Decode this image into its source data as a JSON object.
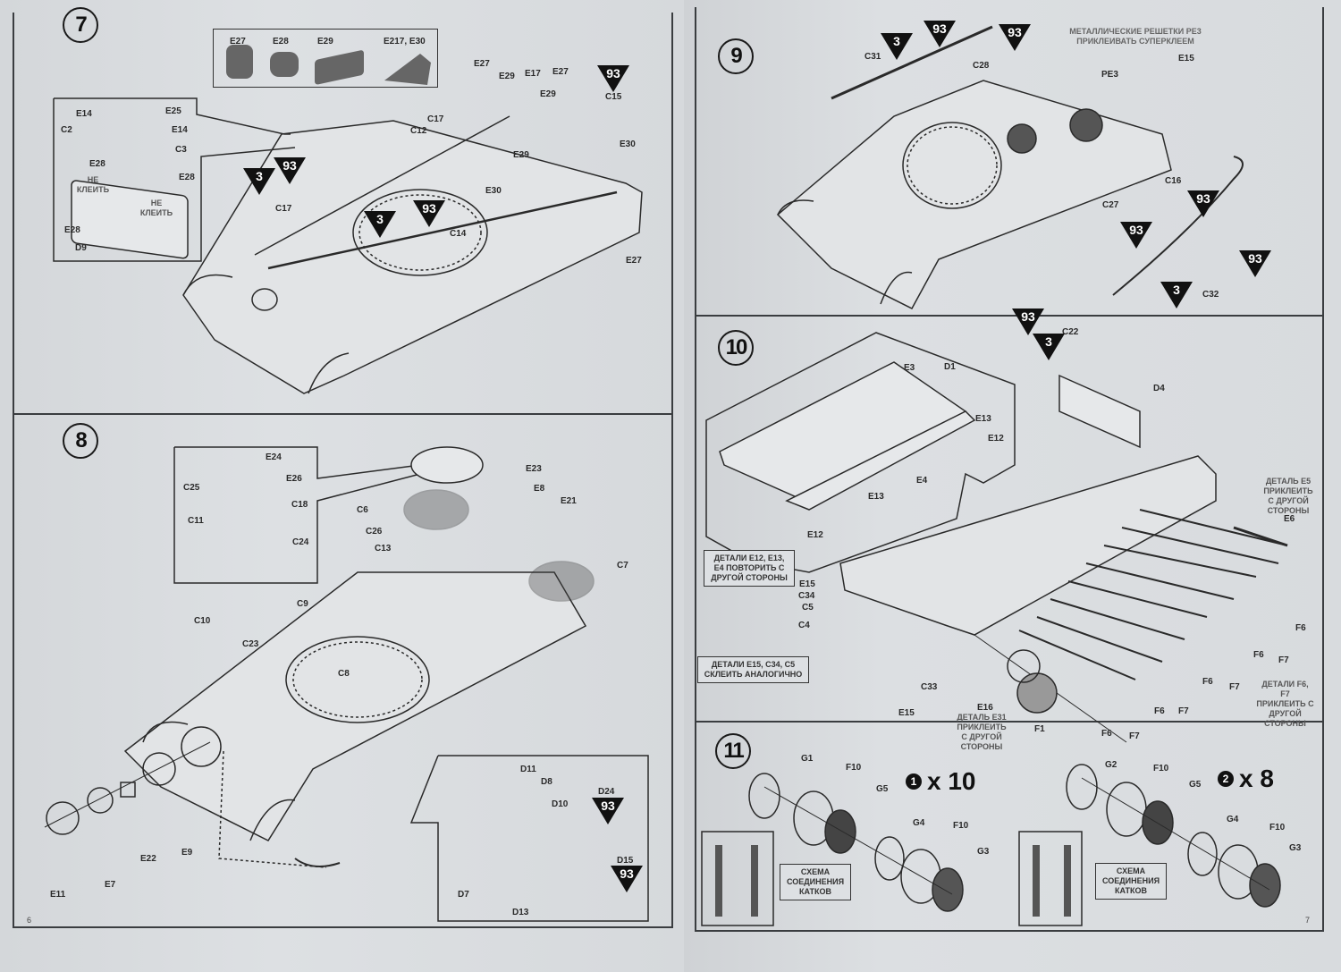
{
  "document": {
    "type": "model kit assembly instructions",
    "language": "Russian",
    "left_page_number": "6",
    "right_page_number": "7"
  },
  "steps": [
    {
      "number": "7",
      "parts_legend": [
        {
          "label": "E27"
        },
        {
          "label": "E28"
        },
        {
          "label": "E29"
        },
        {
          "label": "E217, E30"
        }
      ],
      "inset_labels": [
        "E14",
        "E25",
        "C2",
        "E14",
        "C3",
        "E28",
        "E28",
        "E28",
        "D9"
      ],
      "inset_notes": [
        "НЕ КЛЕИТЬ",
        "НЕ КЛЕИТЬ"
      ],
      "labels": [
        "E27",
        "E29",
        "E17",
        "E27",
        "C15",
        "C17",
        "C12",
        "E29",
        "E29",
        "E30",
        "E30",
        "C17",
        "C14",
        "E27"
      ],
      "paint_codes": [
        {
          "code": "93",
          "part": "C15"
        },
        {
          "code": "3",
          "part": "C17"
        },
        {
          "code": "93",
          "part": "C17"
        },
        {
          "code": "3",
          "part": "C14"
        },
        {
          "code": "93",
          "part": "C14"
        }
      ]
    },
    {
      "number": "8",
      "inset_labels": [
        "E24",
        "C25",
        "E26",
        "C18",
        "C11",
        "C24"
      ],
      "labels": [
        "E23",
        "E8",
        "E21",
        "C6",
        "C26",
        "C13",
        "C7",
        "C10",
        "C9",
        "C23",
        "C8",
        "E11",
        "E7",
        "E22",
        "E9"
      ],
      "gun_inset_labels": [
        "D11",
        "D8",
        "D10",
        "D24",
        "D7",
        "D13",
        "D15"
      ],
      "paint_codes": [
        {
          "code": "93",
          "part": "D24"
        },
        {
          "code": "93",
          "part": "D15"
        }
      ]
    },
    {
      "number": "9",
      "note": "МЕТАЛЛИЧЕСКИЕ РЕШЕТКИ PE3 ПРИКЛЕИВАТЬ СУПЕРКЛЕЕМ",
      "labels": [
        "C31",
        "C28",
        "PE3",
        "E15",
        "C16",
        "C27",
        "C32",
        "C22"
      ],
      "paint_codes": [
        {
          "code": "3",
          "part": "C31"
        },
        {
          "code": "93",
          "part": "C31"
        },
        {
          "code": "93",
          "part": "C28"
        },
        {
          "code": "93",
          "part": "C16"
        },
        {
          "code": "93",
          "part": "C27"
        },
        {
          "code": "93",
          "part": "C32"
        },
        {
          "code": "3",
          "part": "C32"
        },
        {
          "code": "93",
          "part": "C22"
        },
        {
          "code": "3",
          "part": "C22"
        }
      ]
    },
    {
      "number": "10",
      "inset_labels": [
        "E3",
        "D1",
        "E13",
        "E12",
        "E4",
        "E13",
        "E12"
      ],
      "callout_repeat": "ДЕТАЛИ E12, E13, E4 ПОВТОРИТЬ С ДРУГОЙ СТОРОНЫ",
      "labels": [
        "D4",
        "E15",
        "C34",
        "C5",
        "C4",
        "C33",
        "E15",
        "E16",
        "F1",
        "E6",
        "F6",
        "F7"
      ],
      "callout_similar": "ДЕТАЛИ E15, C34, C5 СКЛЕИТЬ АНАЛОГИЧНО",
      "note_e5": "ДЕТАЛЬ E5 ПРИКЛЕИТЬ С ДРУГОЙ СТОРОНЫ",
      "note_e31": "ДЕТАЛЬ E31 ПРИКЛЕИТЬ С ДРУГОЙ СТОРОНЫ",
      "note_f6f7": "ДЕТАЛИ F6, F7 ПРИКЛЕИТЬ С ДРУГОЙ СТОРОНЫ"
    },
    {
      "number": "11",
      "assemblies": [
        {
          "badge": "1",
          "multiplier": "x 10",
          "labels": [
            "G1",
            "F10",
            "G5",
            "G4",
            "F10",
            "G3"
          ]
        },
        {
          "badge": "2",
          "multiplier": "x 8",
          "labels": [
            "G2",
            "F10",
            "G5",
            "G4",
            "F10",
            "G3"
          ]
        }
      ],
      "scheme_callout": "СХЕМА СОЕДИНЕНИЯ КАТКОВ"
    }
  ]
}
